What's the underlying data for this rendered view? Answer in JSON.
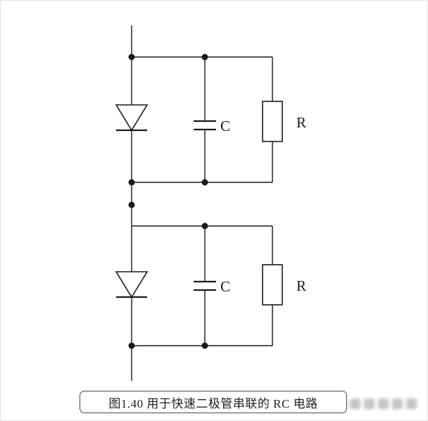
{
  "figure": {
    "caption": "图1.40 用于快速二极管串联的 RC 电路"
  },
  "components": {
    "circuit1": {
      "capacitor_label": "C",
      "resistor_label": "R"
    },
    "circuit2": {
      "capacitor_label": "C",
      "resistor_label": "R"
    }
  },
  "colors": {
    "line": "#1a1a1a",
    "caption_border": "#4a4a4a",
    "background": "#ffffff"
  }
}
